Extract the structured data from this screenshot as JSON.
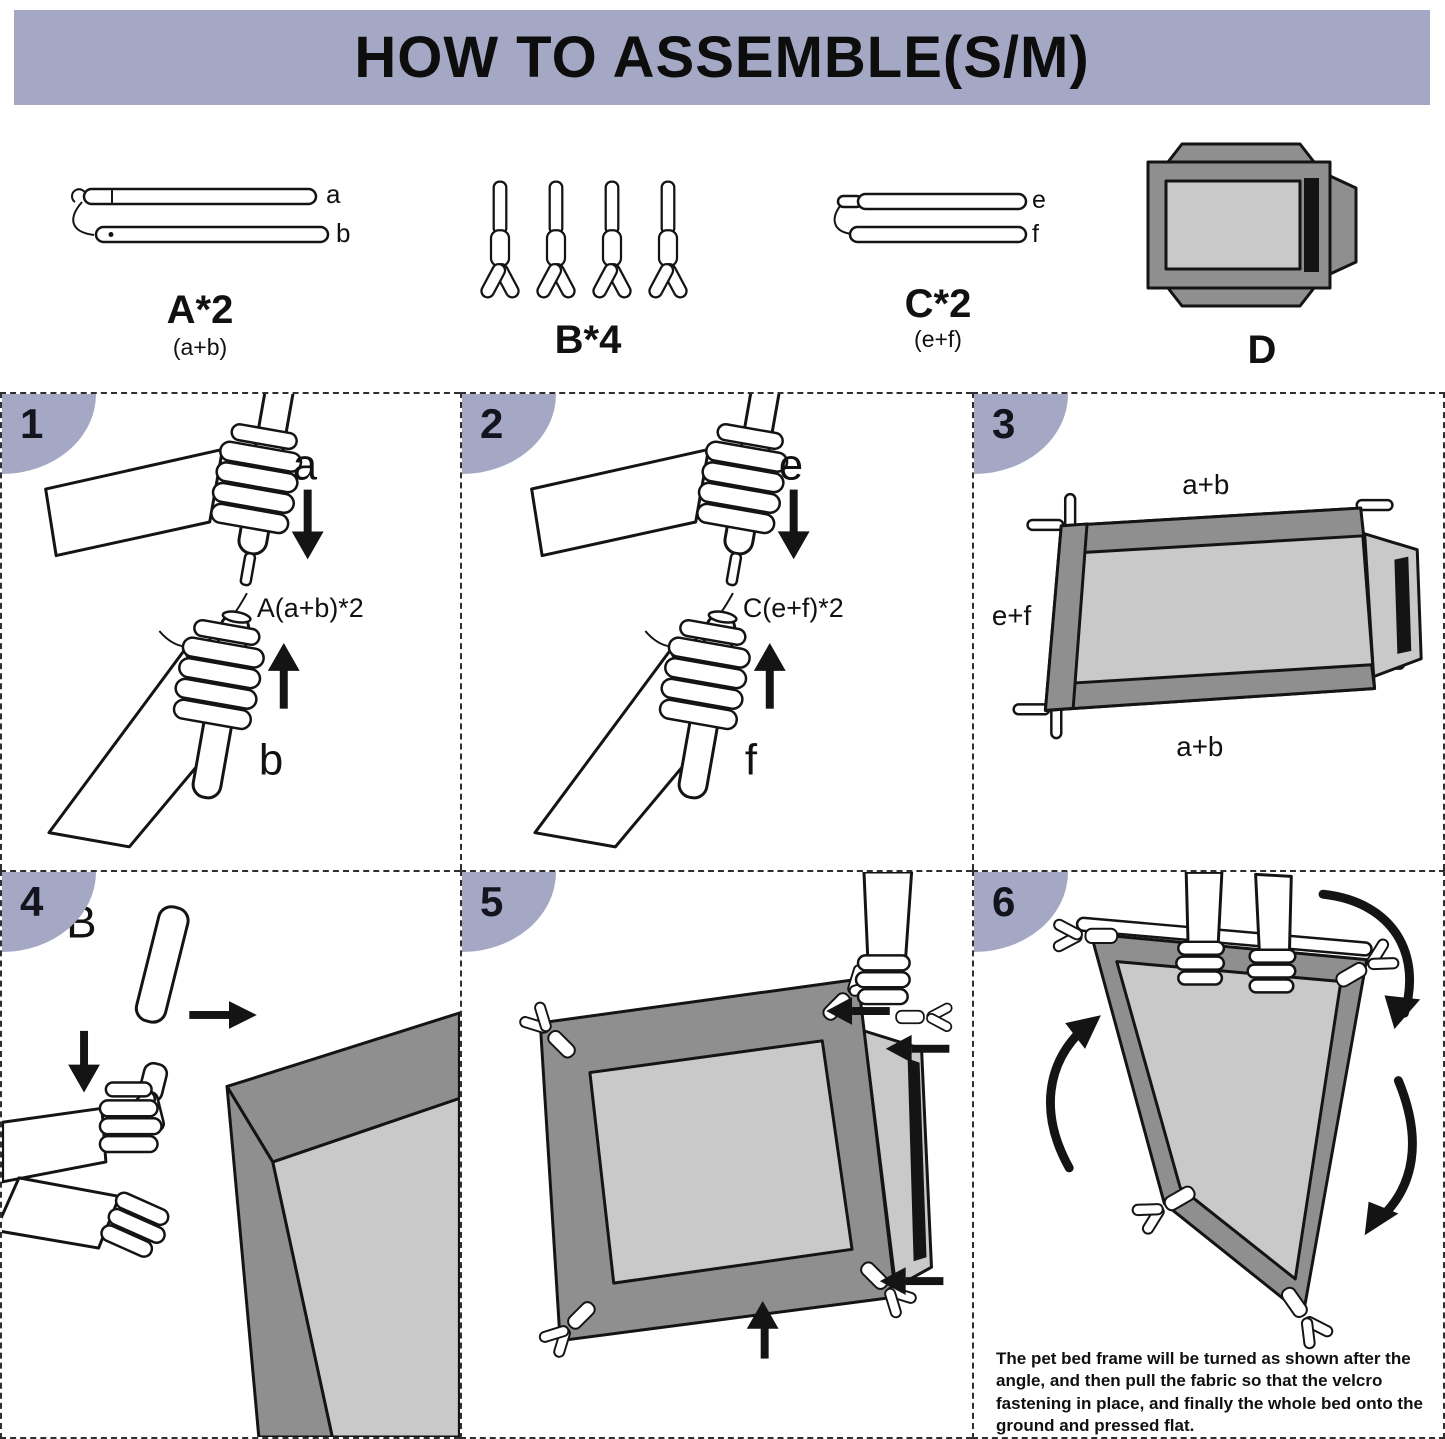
{
  "header": {
    "title": "HOW TO ASSEMBLE(S/M)"
  },
  "parts": {
    "a": {
      "label": "A*2",
      "sub": "(a+b)",
      "pole_top": "a",
      "pole_bottom": "b"
    },
    "b": {
      "label": "B*4"
    },
    "c": {
      "label": "C*2",
      "sub": "(e+f)",
      "pole_top": "e",
      "pole_bottom": "f"
    },
    "d": {
      "label": "D"
    }
  },
  "steps": {
    "s1": {
      "num": "1",
      "top_label": "a",
      "mid_label": "A(a+b)*2",
      "bottom_label": "b"
    },
    "s2": {
      "num": "2",
      "top_label": "e",
      "mid_label": "C(e+f)*2",
      "bottom_label": "f"
    },
    "s3": {
      "num": "3",
      "top_label": "a+b",
      "left_label": "e+f",
      "bottom_label": "a+b"
    },
    "s4": {
      "num": "4",
      "part_label": "B"
    },
    "s5": {
      "num": "5"
    },
    "s6": {
      "num": "6",
      "caption": "The pet bed frame will be turned as shown after the angle, and then pull the fabric so that the velcro fastening in place, and finally the whole bed onto the ground and pressed flat."
    }
  },
  "colors": {
    "banner": "#a4a8c4",
    "step_badge": "#a4a8c4",
    "fabric_dark": "#8f8f8f",
    "fabric_light": "#c9c9c9",
    "velcro_strip": "#141414",
    "line": "#141414"
  }
}
